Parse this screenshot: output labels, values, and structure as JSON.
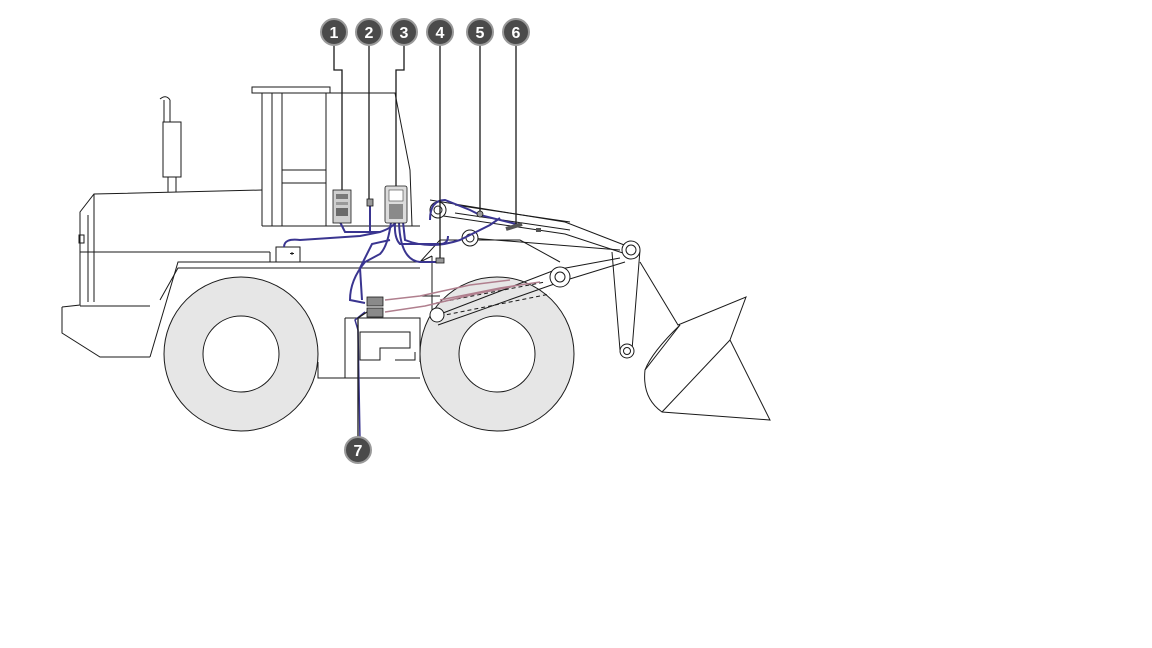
{
  "callouts": [
    {
      "id": "1",
      "label": "1"
    },
    {
      "id": "2",
      "label": "2"
    },
    {
      "id": "3",
      "label": "3"
    },
    {
      "id": "4",
      "label": "4"
    },
    {
      "id": "5",
      "label": "5"
    },
    {
      "id": "6",
      "label": "6"
    },
    {
      "id": "7",
      "label": "7"
    }
  ],
  "colors": {
    "outline": "#1a1a1a",
    "tire": "#e6e6e6",
    "cable": "#3a3590",
    "hose": "#b07f8e",
    "callout_fill": "#4a4a4a",
    "callout_ring": "#9a9a9a"
  }
}
